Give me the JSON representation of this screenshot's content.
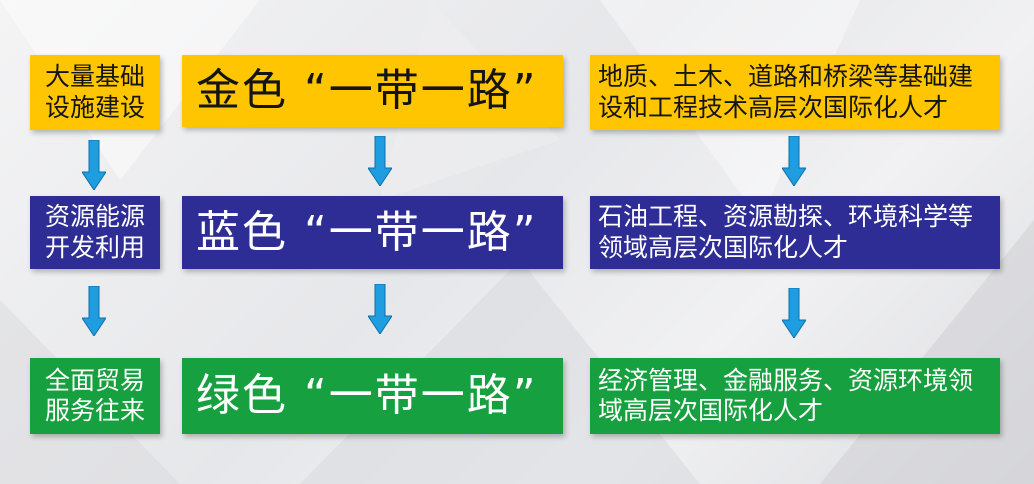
{
  "left_column": [
    {
      "text": "大量基础\n设施建设",
      "color": "#ffc600"
    },
    {
      "text": "资源能源\n开发利用",
      "color": "#2e2d96"
    },
    {
      "text": "全面贸易\n服务往来",
      "color": "#17a03f"
    }
  ],
  "middle_column": [
    {
      "text": "金色  “一带一路”",
      "color": "#ffc600"
    },
    {
      "text": "蓝色  “一带一路”",
      "color": "#2e2d96"
    },
    {
      "text": "绿色  “一带一路”",
      "color": "#17a03f"
    }
  ],
  "right_column": [
    {
      "text": "地质、土木、道路和桥梁等基础建\n设和工程技术高层次国际化人才",
      "color": "#ffc600"
    },
    {
      "text": "石油工程、资源勘探、环境科学等\n领域高层次国际化人才",
      "color": "#2e2d96"
    },
    {
      "text": "经济管理、金融服务、资源环境领\n域高层次国际化人才",
      "color": "#17a03f"
    }
  ],
  "arrow_color": "#1e9de0",
  "arrow_icon": "arrow-down-icon"
}
